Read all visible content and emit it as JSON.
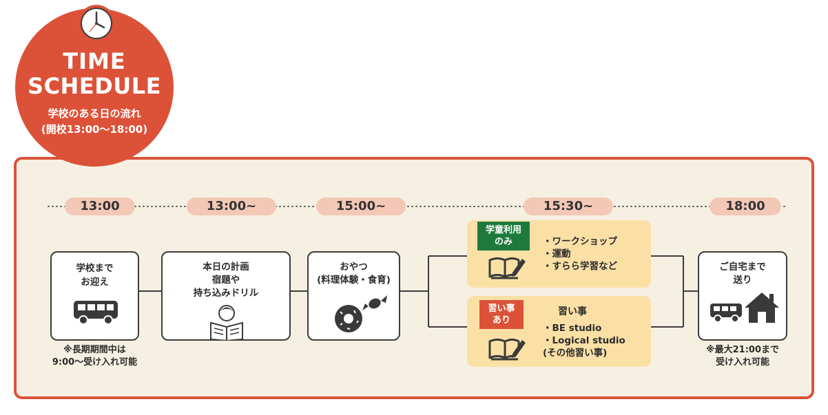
{
  "header": {
    "title_line1": "TIME",
    "title_line2": "SCHEDULE",
    "subtitle": "学校のある日の流れ",
    "hours": "(開校13:00〜18:00)"
  },
  "times": [
    "13:00",
    "13:00~",
    "15:00~",
    "15:30~",
    "18:00"
  ],
  "steps": {
    "pickup": {
      "line1": "学校まで",
      "line2": "お迎え",
      "note_line1": "※長期期間中は",
      "note_line2": "9:00〜受け入れ可能"
    },
    "plan": {
      "line1": "本日の計画",
      "line2": "宿題や",
      "line3": "持ち込みドリル"
    },
    "snack": {
      "line1": "おやつ",
      "line2": "(料理体験・食育)"
    },
    "home": {
      "line1": "ご自宅まで",
      "line2": "送り",
      "note_line1": "※最大21:00まで",
      "note_line2": "受け入れ可能"
    }
  },
  "options": {
    "gakudo": {
      "tag_line1": "学童利用",
      "tag_line2": "のみ",
      "items": [
        "・ワークショップ",
        "・運動",
        "・すらら学習など"
      ]
    },
    "naraigoto": {
      "tag_line1": "習い事",
      "tag_line2": "あり",
      "heading": "習い事",
      "items": [
        "・BE studio",
        "・Logical studio",
        "(その他習い事)"
      ]
    }
  },
  "colors": {
    "accent_red": "#dc5238",
    "panel_bg": "#f5f0e2",
    "pill_bg": "#f4c8b6",
    "option_bg": "#fbe0a6",
    "tag_green": "#1e7a3c",
    "tag_red": "#dc5238"
  },
  "icons": [
    "clock-icon",
    "bus-icon",
    "reading-child-icon",
    "donut-candy-icon",
    "book-pen-icon",
    "house-car-icon"
  ]
}
